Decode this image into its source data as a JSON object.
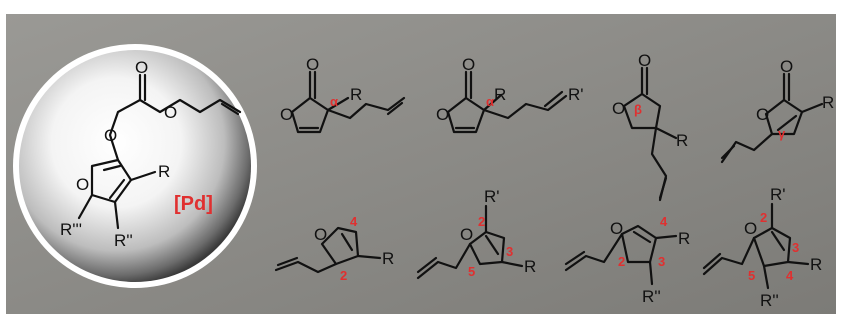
{
  "catalyst": {
    "label": "[Pd]"
  },
  "substituents": {
    "R": "R",
    "R1": "R'",
    "R2": "R''",
    "R3": "R'''"
  },
  "atoms": {
    "O": "O"
  },
  "positions": {
    "alpha": "α",
    "beta": "β",
    "gamma": "γ",
    "p2": "2",
    "p3": "3",
    "p4": "4",
    "p5": "5"
  },
  "colors": {
    "panel": "#8a8a86",
    "accent": "#e03030",
    "ink": "#111111"
  }
}
